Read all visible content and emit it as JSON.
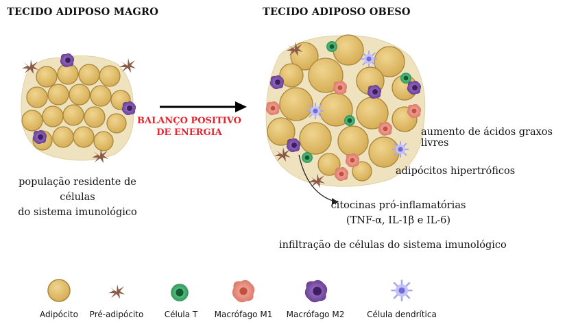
{
  "titles": {
    "lean": "TECIDO ADIPOSO MAGRO",
    "obese": "TECIDO ADIPOSO OBESO"
  },
  "arrow_label": {
    "line1": "BALANÇO POSITIVO",
    "line2": "DE ENERGIA"
  },
  "lean_caption": {
    "line1": "população residente de células",
    "line2": "do sistema imunológico"
  },
  "obese_annotations": {
    "fatty_acids": "aumento de ácidos graxos livres",
    "hypertrophic": "adipócitos hipertróficos",
    "cytokines_line1": "citocinas pró-inflamatórias",
    "cytokines_line2": "(TNF-α,  IL-1β e IL-6)",
    "infiltration": "infiltração de células do sistema imunológico"
  },
  "legend": [
    {
      "label": "Adipócito",
      "icon": "adipocyte-icon"
    },
    {
      "label": "Pré-adipócito",
      "icon": "preadipocyte-icon"
    },
    {
      "label": "Célula T",
      "icon": "t-cell-icon"
    },
    {
      "label": "Macrófago M1",
      "icon": "m1-macrophage-icon"
    },
    {
      "label": "Macrófago M2",
      "icon": "m2-macrophage-icon"
    },
    {
      "label": "Célula dendrítica",
      "icon": "dendritic-cell-icon"
    }
  ],
  "colors": {
    "adipocyte_fill": "#e3c06a",
    "adipocyte_stroke": "#a8863a",
    "tissue_bg": "#efe2bf",
    "preadipocyte": "#8a5a48",
    "t_cell": "#2a9d5e",
    "m1_macrophage": "#e8897b",
    "m2_macrophage": "#7a4fa3",
    "dendritic": "#a9a6ef",
    "arrow_text": "#e8232d"
  }
}
